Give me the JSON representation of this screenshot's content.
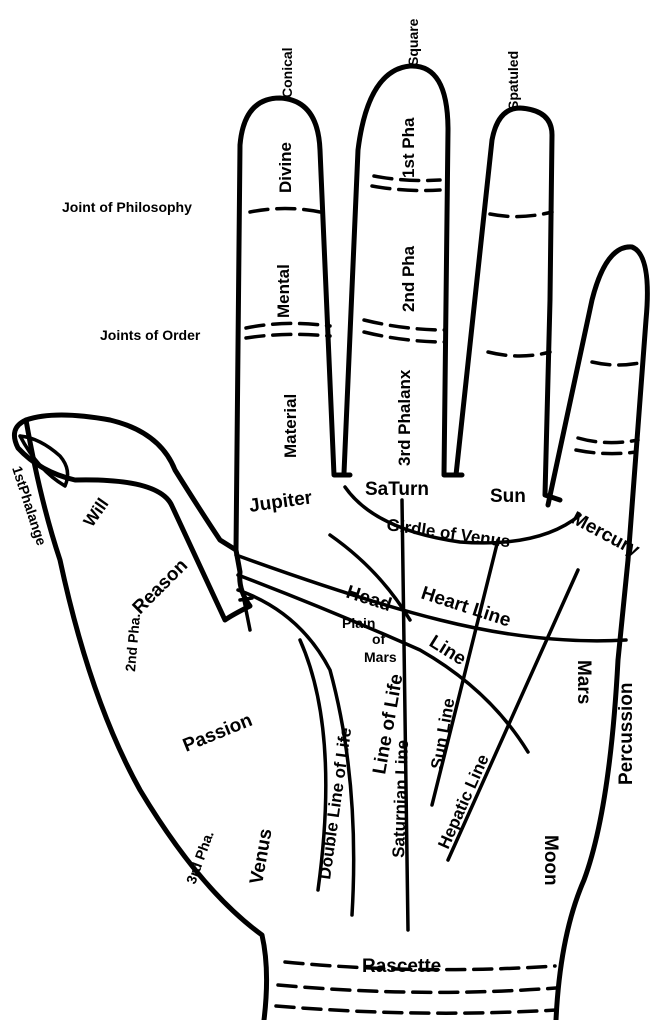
{
  "fingertips": {
    "conical": "Conical",
    "square": "Square",
    "spatulated": "Spatuled"
  },
  "joints": {
    "philosophy": "Joint of Philosophy",
    "order": "Joints of Order"
  },
  "index_phalanges": {
    "divine": "Divine",
    "mental": "Mental",
    "material": "Material"
  },
  "middle_phalanges": {
    "first": "1st Pha",
    "second": "2nd Pha",
    "third": "3rd Phalanx"
  },
  "thumb": {
    "first_phalange": "1stPhalange",
    "will": "Will",
    "second_pha": "2nd Pha.",
    "reason": "Reason",
    "third_pha": "3rd Pha.",
    "passion": "Passion"
  },
  "mounts": {
    "jupiter": "Jupiter",
    "saturn": "SaTurn",
    "sun": "Sun",
    "mercury": "Mercury",
    "venus": "Venus",
    "mars": "Mars",
    "moon": "Moon",
    "plain_of_mars": [
      "Plain",
      "of",
      "Mars"
    ]
  },
  "lines": {
    "girdle_of_venus": "Girdle of Venus",
    "heart_line": "Heart Line",
    "head": "Head",
    "line": "Line",
    "line_of_life": "Line of Life",
    "double_line_of_life": "Double Line of Life",
    "saturnian_line": "Saturnian Line",
    "sun_line": "Sun Line",
    "hepatic_line": "Hepatic Line",
    "percussion": "Percussion",
    "rascette": "Rascette"
  }
}
